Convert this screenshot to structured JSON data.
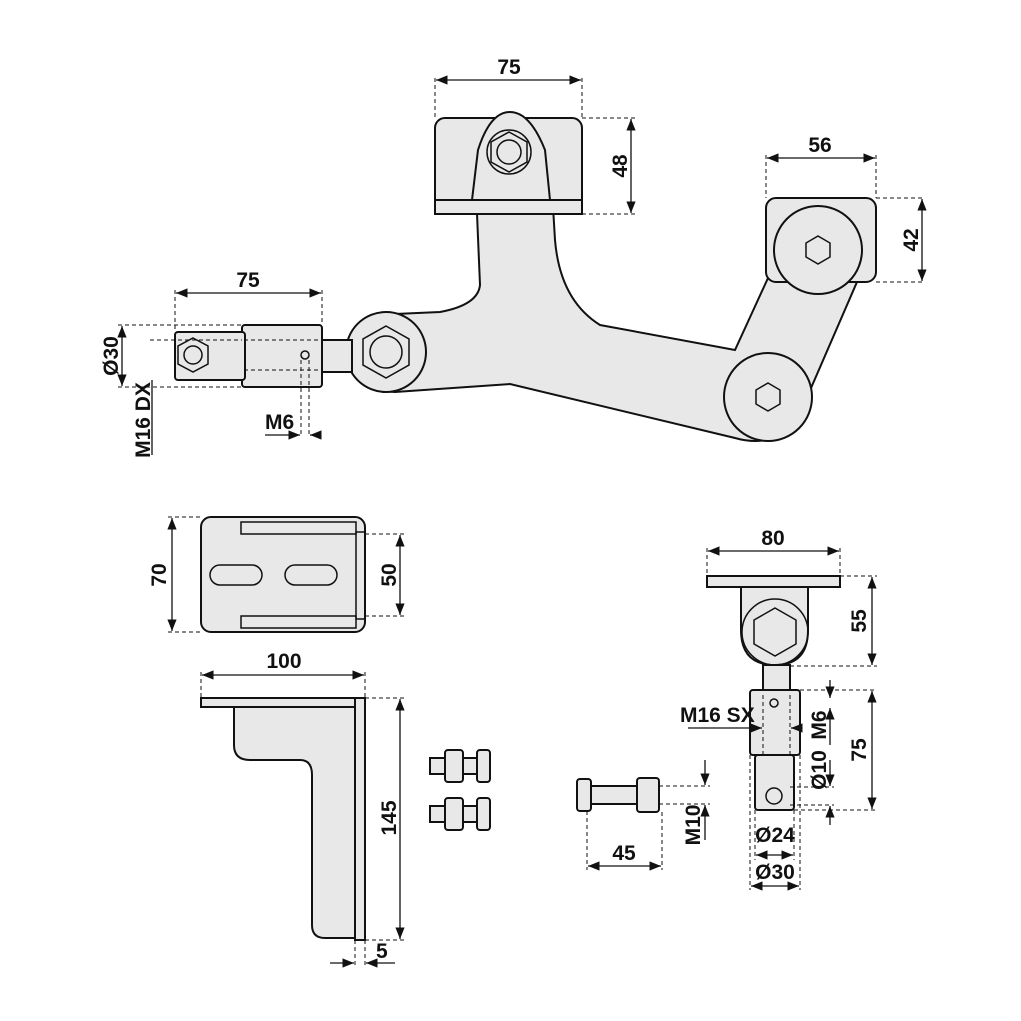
{
  "dimensions": {
    "top_bracket_width": "75",
    "top_bracket_height": "48",
    "right_bracket_width": "56",
    "right_bracket_height": "42",
    "rod_length": "75",
    "rod_diameter": "Ø30",
    "rod_thread": "M16 DX",
    "rod_pin": "M6",
    "plate_height": "70",
    "slot_span": "50",
    "angle_width": "100",
    "angle_height": "145",
    "angle_thickness": "5",
    "lower_bracket_width": "80",
    "lower_bracket_height": "55",
    "lower_thread": "M16 SX",
    "lower_pin": "M6",
    "lower_length": "75",
    "lower_hole": "Ø10",
    "bolt_thread": "M10",
    "bolt_length": "45",
    "inner_diameter": "Ø24",
    "outer_diameter": "Ø30"
  },
  "colors": {
    "part_fill": "#e8e8e8",
    "line": "#111111"
  }
}
